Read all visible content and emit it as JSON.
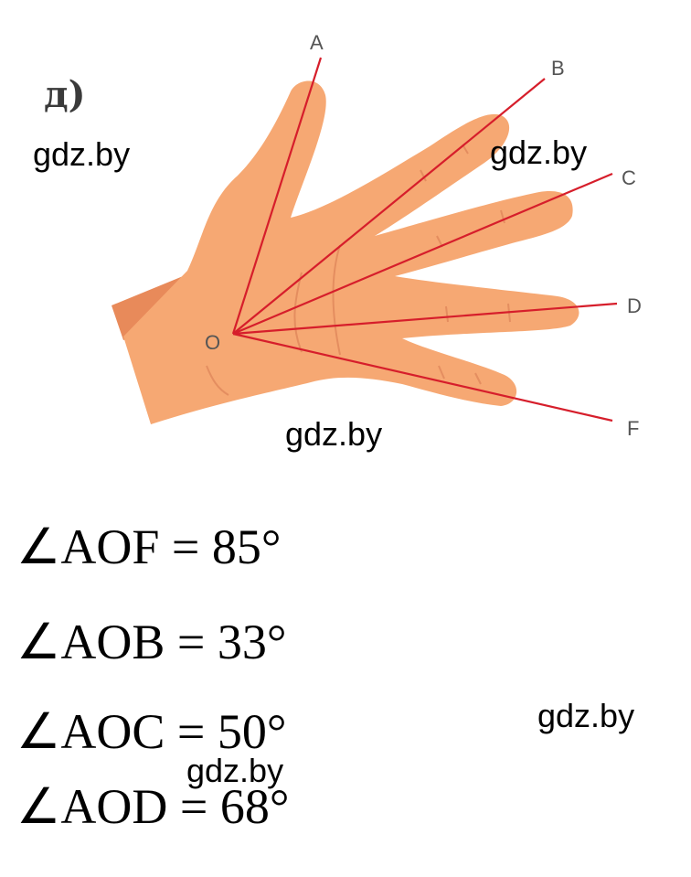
{
  "part_label": "д)",
  "watermark": "gdz.by",
  "points": {
    "vertex": "O",
    "rays": [
      "A",
      "B",
      "C",
      "D",
      "F"
    ]
  },
  "angles": [
    "∠AOF = 85°",
    "∠AOB = 33°",
    "∠AOC = 50°",
    "∠AOD = 68°"
  ],
  "colors": {
    "ray": "#d61e2b",
    "hand": "#f6a873",
    "sleeve": "#e88a5a",
    "crease": "#e0875b"
  }
}
